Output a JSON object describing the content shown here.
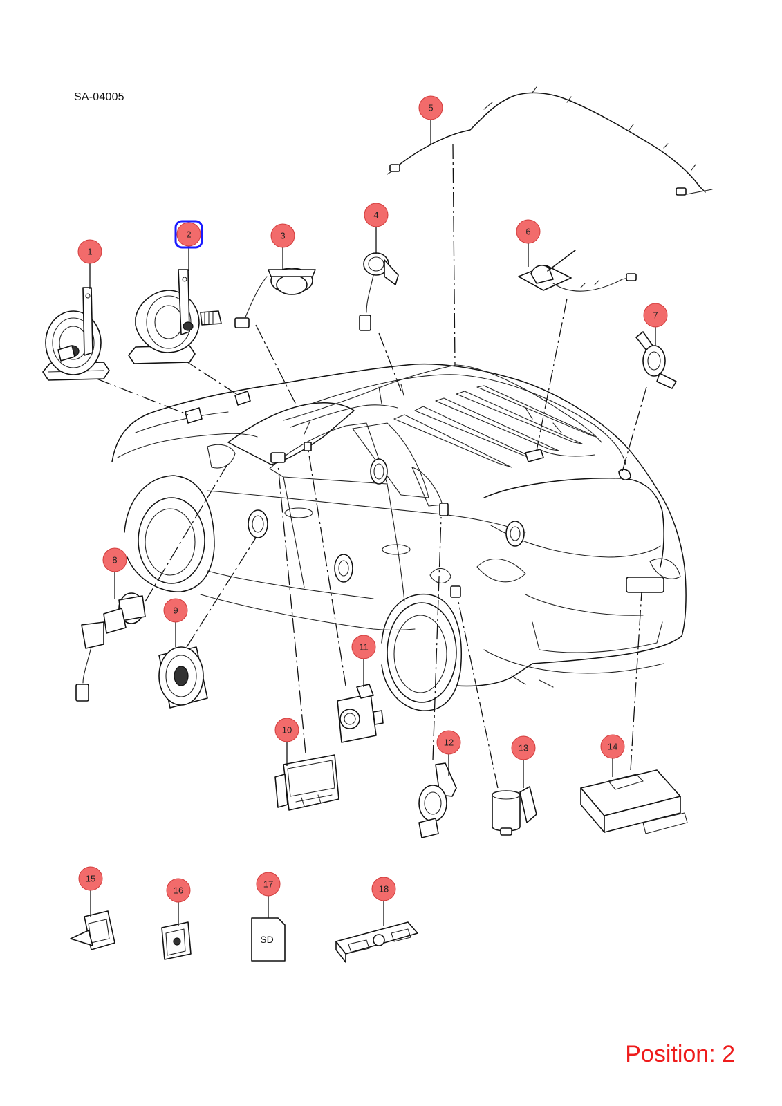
{
  "figure_id": "SA-04005",
  "position_label": "Position: 2",
  "selected_callout": "2",
  "colors": {
    "callout_fill": "#f26b6b",
    "callout_stroke": "#d23b3b",
    "selection_outline": "#1a1aff",
    "position_text": "#ee1c1c",
    "line_art": "#111111"
  },
  "callouts": [
    {
      "id": "1",
      "label": "1"
    },
    {
      "id": "2",
      "label": "2"
    },
    {
      "id": "3",
      "label": "3"
    },
    {
      "id": "4",
      "label": "4"
    },
    {
      "id": "5",
      "label": "5"
    },
    {
      "id": "6",
      "label": "6"
    },
    {
      "id": "7",
      "label": "7"
    },
    {
      "id": "8",
      "label": "8"
    },
    {
      "id": "9",
      "label": "9"
    },
    {
      "id": "10",
      "label": "10"
    },
    {
      "id": "11",
      "label": "11"
    },
    {
      "id": "12",
      "label": "12"
    },
    {
      "id": "13",
      "label": "13"
    },
    {
      "id": "14",
      "label": "14"
    },
    {
      "id": "15",
      "label": "15"
    },
    {
      "id": "16",
      "label": "16"
    },
    {
      "id": "17",
      "label": "17"
    },
    {
      "id": "18",
      "label": "18"
    }
  ],
  "sd_card_label": "SD"
}
